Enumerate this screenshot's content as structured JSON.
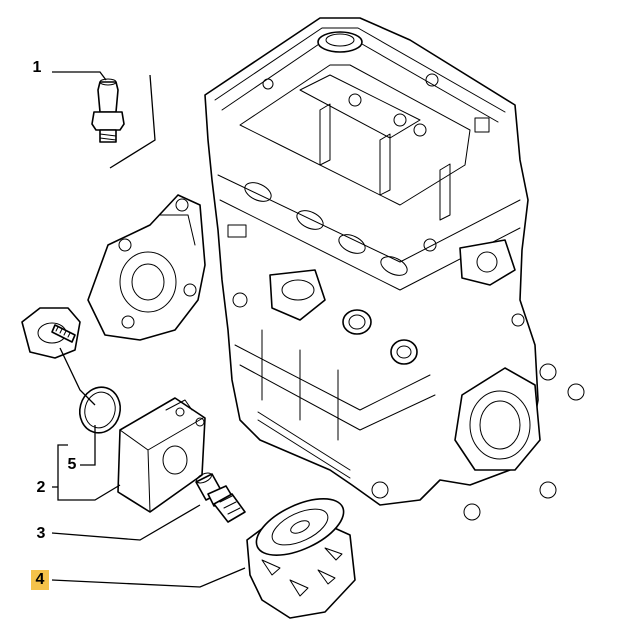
{
  "callouts": [
    {
      "number": "1",
      "highlighted": false
    },
    {
      "number": "2",
      "highlighted": false
    },
    {
      "number": "3",
      "highlighted": false
    },
    {
      "number": "4",
      "highlighted": true
    },
    {
      "number": "5",
      "highlighted": false
    }
  ],
  "colors": {
    "line": "#000000",
    "background": "#ffffff",
    "highlight": "#f5c24a"
  }
}
